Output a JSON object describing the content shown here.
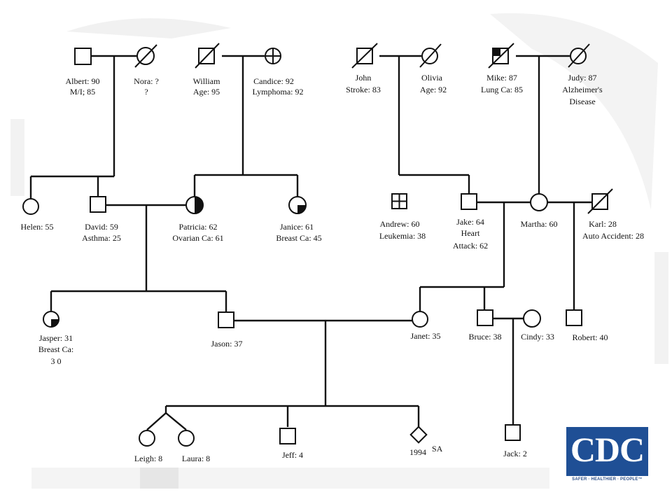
{
  "people": {
    "albert": {
      "name": "Albert: 90",
      "detail": "M/I; 85"
    },
    "nora": {
      "name": "Nora: ?",
      "detail": "?"
    },
    "william": {
      "name": "William",
      "detail": "Age: 95"
    },
    "candice": {
      "name": "Candice: 92",
      "detail": "Lymphoma: 92"
    },
    "john": {
      "name": "John",
      "detail": "Stroke: 83"
    },
    "olivia": {
      "name": "Olivia",
      "detail": "Age: 92"
    },
    "mike": {
      "name": "Mike: 87",
      "detail": "Lung Ca: 85"
    },
    "judy": {
      "name": "Judy: 87",
      "detail": "Alzheimer's",
      "detail2": "Disease"
    },
    "helen": {
      "name": "Helen: 55"
    },
    "david": {
      "name": "David: 59",
      "detail": "Asthma: 25"
    },
    "patricia": {
      "name": "Patricia: 62",
      "detail": "Ovarian Ca: 61"
    },
    "janice": {
      "name": "Janice: 61",
      "detail": "Breast Ca: 45"
    },
    "andrew": {
      "name": "Andrew: 60",
      "detail": "Leukemia: 38"
    },
    "jake": {
      "name": "Jake: 64",
      "detail": "Heart",
      "detail2": "Attack: 62"
    },
    "martha": {
      "name": "Martha: 60"
    },
    "karl": {
      "name": "Karl: 28",
      "detail": "Auto Accident: 28"
    },
    "jasper": {
      "name": "Jasper: 31",
      "detail": "Breast Ca:",
      "detail2": "3 0"
    },
    "jason": {
      "name": "Jason: 37"
    },
    "janet": {
      "name": "Janet: 35"
    },
    "bruce": {
      "name": "Bruce: 38"
    },
    "cindy": {
      "name": "Cindy: 33"
    },
    "robert": {
      "name": "Robert: 40"
    },
    "leigh": {
      "name": "Leigh: 8"
    },
    "laura": {
      "name": "Laura: 8"
    },
    "jeff": {
      "name": "Jeff: 4"
    },
    "sab1994": {
      "name": "1994",
      "sup": "SA"
    },
    "jack": {
      "name": "Jack: 2"
    }
  },
  "logo": {
    "letters": "CDC",
    "tagline": "SAFER · HEALTHIER · PEOPLE™"
  }
}
